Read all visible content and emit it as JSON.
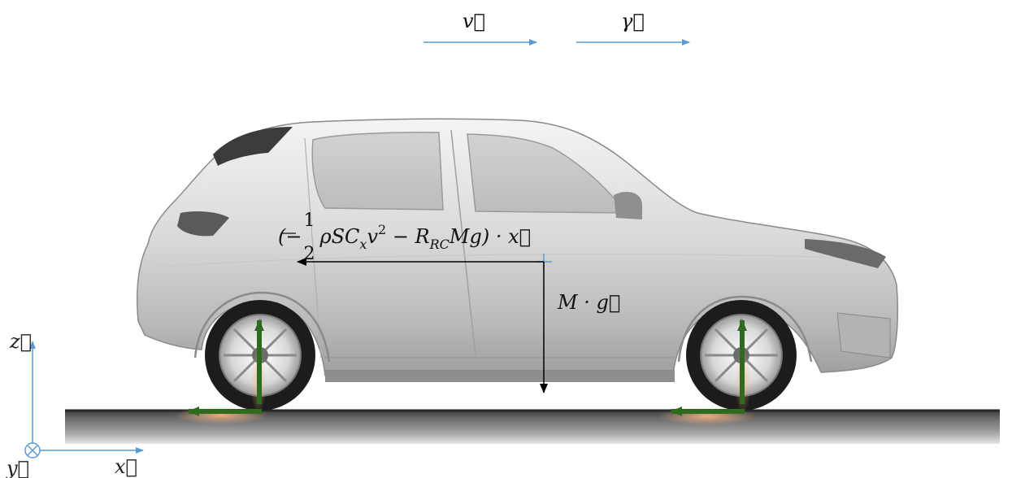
{
  "labels": {
    "velocity": "v⃗",
    "acceleration": "γ⃗",
    "weight": "M · g⃗",
    "axis_x": "x⃗",
    "axis_y": "y⃗",
    "axis_z": "z⃗"
  },
  "drag_force": {
    "open": "(−",
    "frac_num": "1",
    "frac_den": "2",
    "rho_s": "ρSC",
    "sub_x": "x",
    "v": "v",
    "sup_2": "2",
    "minus": " − R",
    "sub_rc": "RC",
    "tail": "Mg) · x⃗"
  },
  "colors": {
    "reference_arrows": "#5b9bd5",
    "force_arrows": "#2e6b1f",
    "contact_glow": "#f4b183",
    "black_arrows": "#000000"
  },
  "icons": {
    "car": "car-side-view",
    "y_axis_marker": "circled-cross-icon"
  }
}
